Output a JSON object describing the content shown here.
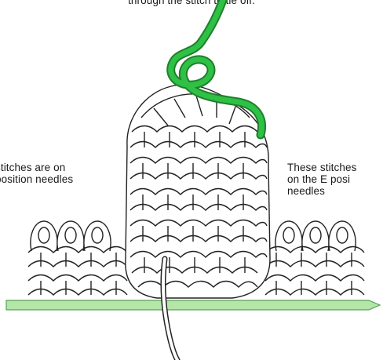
{
  "captions": {
    "top": "through the stitch to tie off.",
    "left": [
      "stitches are on",
      "position needles"
    ],
    "right": [
      "These stitches",
      "on the E posi",
      "needles"
    ]
  },
  "colors": {
    "yarn_accent": "#22a63a",
    "needle": "#b4e6a8",
    "outline": "#222222",
    "background": "#ffffff"
  }
}
